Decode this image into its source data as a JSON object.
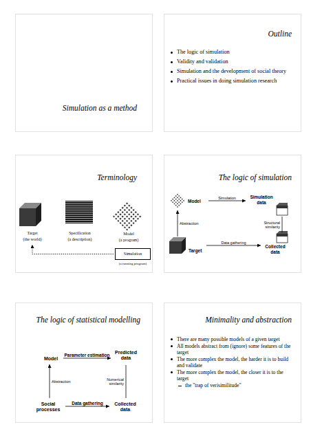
{
  "diagram": {
    "nodes": [
      {
        "text": [
          "Simulation as a method"
        ]
      },
      {
        "text": [
          "Outline",
          "The logic of simulation",
          "Validity and validation",
          "Simulation and the development of social theory",
          "Practical issues in doing simulation research"
        ]
      },
      {
        "text": [
          "Terminology"
        ]
      },
      {
        "text": [
          "Target",
          "(the world)"
        ],
        "in": 2
      },
      {
        "text": [
          "Specification",
          "(a description)"
        ],
        "in": 2
      },
      {
        "text": [
          "Model",
          "(a program)"
        ],
        "in": 2
      },
      {
        "text": [
          "Simulation",
          "(a running program)"
        ],
        "in": 2
      },
      {
        "text": [
          "The logic of simulation"
        ]
      },
      {
        "text": [
          "Model"
        ],
        "in": 7
      },
      {
        "text": [
          "Simulation data"
        ],
        "in": 7
      },
      {
        "text": [
          "Target"
        ],
        "in": 7
      },
      {
        "text": [
          "Collected data"
        ],
        "in": 7
      },
      {
        "text": [
          "The logic of statistical modelling"
        ]
      },
      {
        "text": [
          "Model"
        ],
        "in": 12
      },
      {
        "text": [
          "Predicted data"
        ],
        "in": 12
      },
      {
        "text": [
          "Social processes"
        ],
        "in": 12
      },
      {
        "text": [
          "Collected data"
        ],
        "in": 12
      },
      {
        "text": [
          "Minimality and abstraction",
          "There are many possible models of a given target",
          "All models abstract from (ignore) some features of the target",
          "The more complex the model, the harder it is to build and validate",
          "The more complex the model, the closer it is to the target",
          "the \"trap of verisimilitude\""
        ]
      }
    ],
    "edges": [
      {
        "from": 6,
        "to": 3,
        "arrow": "to"
      },
      {
        "from": 8,
        "to": 9,
        "label": "Simulation",
        "arrow": "to"
      },
      {
        "from": 10,
        "to": 8,
        "label": "Abstraction",
        "arrow": "to"
      },
      {
        "from": 10,
        "to": 11,
        "label": "Data gathering",
        "arrow": "to"
      },
      {
        "from": 9,
        "to": 11,
        "label": "Structural similarity",
        "arrow": "none"
      },
      {
        "from": 13,
        "to": 14,
        "label": "Parameter estimation",
        "arrow": "to"
      },
      {
        "from": 15,
        "to": 13,
        "label": "Abstraction",
        "arrow": "to"
      },
      {
        "from": 15,
        "to": 16,
        "label": "Data gathering",
        "arrow": "to"
      },
      {
        "from": 14,
        "to": 16,
        "label": "Numerical similarity",
        "arrow": "none"
      }
    ]
  }
}
